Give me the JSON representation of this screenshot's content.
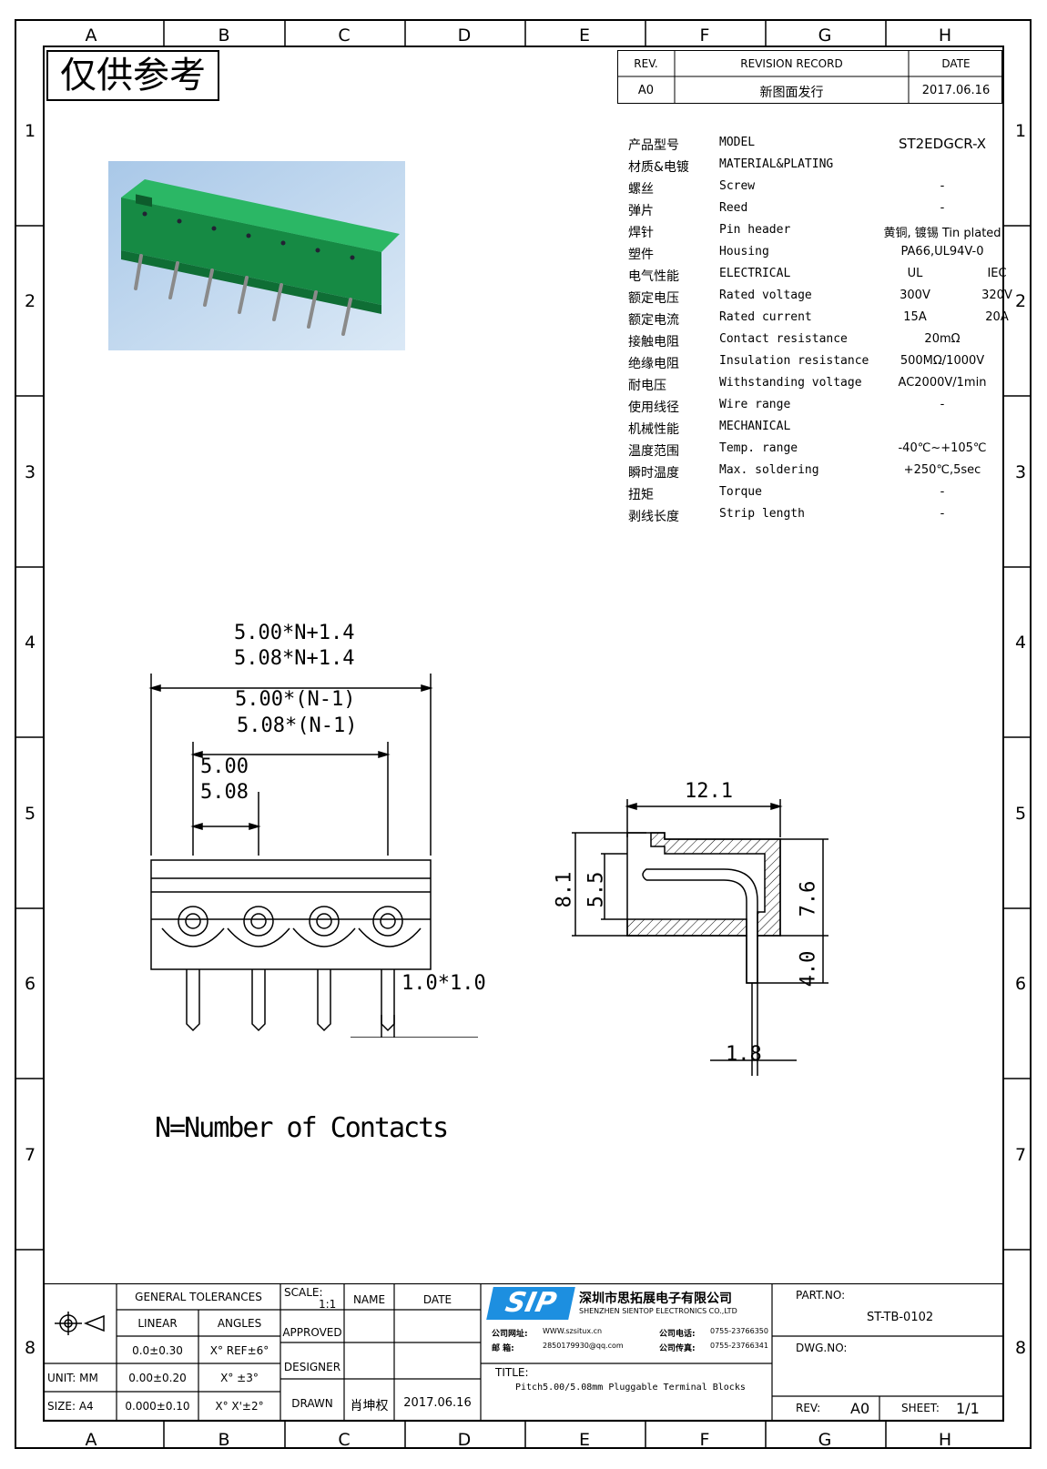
{
  "grid": {
    "cols": [
      "A",
      "B",
      "C",
      "D",
      "E",
      "F",
      "G",
      "H"
    ],
    "rows": [
      "1",
      "2",
      "3",
      "4",
      "5",
      "6",
      "7",
      "8"
    ]
  },
  "stamp": "仅供参考",
  "revision": {
    "rev_header": "REV.",
    "record_header": "REVISION RECORD",
    "date_header": "DATE",
    "rev": "A0",
    "record": "新图面发行",
    "date": "2017.06.16"
  },
  "specs": [
    {
      "cn": "产品型号",
      "en": "MODEL",
      "v1": "ST2EDGCR-X",
      "v2": ""
    },
    {
      "cn": "材质&电镀",
      "en": "MATERIAL&PLATING",
      "v1": "",
      "v2": ""
    },
    {
      "cn": "螺丝",
      "en": "Screw",
      "v1": "-",
      "v2": ""
    },
    {
      "cn": "弹片",
      "en": "Reed",
      "v1": "-",
      "v2": ""
    },
    {
      "cn": "焊针",
      "en": "Pin header",
      "v1": "黄铜, 镀锡 Tin plated",
      "v2": ""
    },
    {
      "cn": "塑件",
      "en": "Housing",
      "v1": "PA66,UL94V-0",
      "v2": ""
    },
    {
      "cn": "电气性能",
      "en": "ELECTRICAL",
      "v1": "UL",
      "v2": "IEC"
    },
    {
      "cn": "额定电压",
      "en": "Rated voltage",
      "v1": "300V",
      "v2": "320V"
    },
    {
      "cn": "额定电流",
      "en": "Rated current",
      "v1": "15A",
      "v2": "20A"
    },
    {
      "cn": "接触电阻",
      "en": "Contact resistance",
      "v1": "20mΩ",
      "v2": ""
    },
    {
      "cn": "绝缘电阻",
      "en": "Insulation resistance",
      "v1": "500MΩ/1000V",
      "v2": ""
    },
    {
      "cn": "耐电压",
      "en": "Withstanding voltage",
      "v1": "AC2000V/1min",
      "v2": ""
    },
    {
      "cn": "使用线径",
      "en": "Wire range",
      "v1": "-",
      "v2": ""
    },
    {
      "cn": "机械性能",
      "en": "MECHANICAL",
      "v1": "",
      "v2": ""
    },
    {
      "cn": "温度范围",
      "en": "Temp. range",
      "v1": "-40℃~+105℃",
      "v2": ""
    },
    {
      "cn": "瞬时温度",
      "en": "Max. soldering",
      "v1": "+250℃,5sec",
      "v2": ""
    },
    {
      "cn": "扭矩",
      "en": "Torque",
      "v1": "-",
      "v2": ""
    },
    {
      "cn": "剥线长度",
      "en": "Strip length",
      "v1": "-",
      "v2": ""
    }
  ],
  "dims": {
    "overall_a": "5.00*N+1.4",
    "overall_b": "5.08*N+1.4",
    "span_a": "5.00*(N-1)",
    "span_b": "5.08*(N-1)",
    "pitch_a": "5.00",
    "pitch_b": "5.08",
    "pin": "1.0*1.0",
    "side_width": "12.1",
    "side_h1": "8.1",
    "side_h2": "5.5",
    "side_h3": "7.6",
    "side_h4": "4.0",
    "side_pin": "1.8",
    "note": "N=Number of Contacts"
  },
  "title_block": {
    "general_tolerances": "GENERAL TOLERANCES",
    "linear": "LINEAR",
    "angles": "ANGLES",
    "lin1": "0.0±0.30",
    "ang1": "X° REF±6°",
    "unit": "UNIT: MM",
    "lin2": "0.00±0.20",
    "ang2": "X° ±3°",
    "size": "SIZE: A4",
    "lin3": "0.000±0.10",
    "ang3": "X° X'±2°",
    "scale_label": "SCALE:",
    "scale": "1:1",
    "name": "NAME",
    "date": "DATE",
    "approved": "APPROVED",
    "designer": "DESIGNER",
    "drawn": "DRAWN",
    "drawn_name": "肖坤权",
    "drawn_date": "2017.06.16",
    "logo": "SIP",
    "company_cn": "深圳市思拓展电子有限公司",
    "company_en": "SHENZHEN SIENTOP ELECTRONICS CO.,LTD",
    "web_label": "公司网址:",
    "web": "WWW.szsitux.cn",
    "mail_label": "邮 箱:",
    "mail": "2850179930@qq.com",
    "tel_label": "公司电话:",
    "tel": "0755-23766350",
    "fax_label": "公司传真:",
    "fax": "0755-23766341",
    "title_label": "TITLE:",
    "title": "Pitch5.00/5.08mm Pluggable Terminal Blocks",
    "part_label": "PART.NO:",
    "part": "ST-TB-0102",
    "dwg_label": "DWG.NO:",
    "rev_label": "REV:",
    "rev": "A0",
    "sheet_label": "SHEET:",
    "sheet": "1/1"
  }
}
